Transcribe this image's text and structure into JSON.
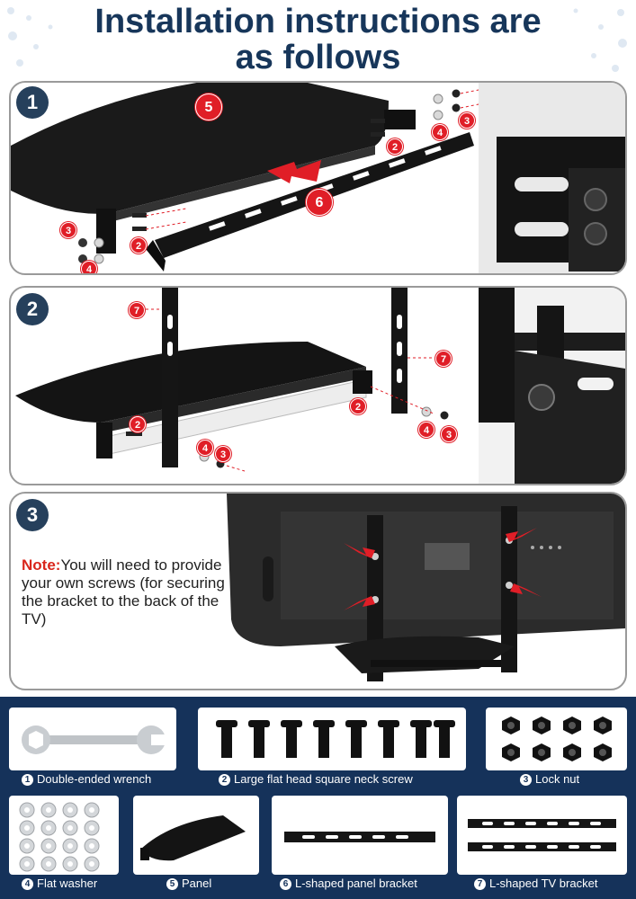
{
  "title": {
    "line1": "Installation instructions are",
    "line2": "as follows"
  },
  "steps": [
    {
      "number": "1"
    },
    {
      "number": "2"
    },
    {
      "number": "3"
    }
  ],
  "callouts": {
    "screw": "2",
    "nut": "3",
    "washer": "4",
    "panel": "5",
    "panel_bracket": "6",
    "tv_bracket": "7"
  },
  "note": {
    "label": "Note:",
    "text": "You will need to provide your own screws (for securing the bracket to the back of the TV)"
  },
  "parts": [
    {
      "num": "1",
      "label": "Double-ended wrench"
    },
    {
      "num": "2",
      "label": "Large flat head square neck screw"
    },
    {
      "num": "3",
      "label": "Lock nut"
    },
    {
      "num": "4",
      "label": "Flat washer"
    },
    {
      "num": "5",
      "label": "Panel"
    },
    {
      "num": "6",
      "label": "L-shaped panel bracket"
    },
    {
      "num": "7",
      "label": "L-shaped TV bracket"
    }
  ],
  "colors": {
    "title": "#17365a",
    "step_badge": "#26405c",
    "callout": "#e01e27",
    "parts_background": "#15325a",
    "note_label": "#d9261c"
  }
}
